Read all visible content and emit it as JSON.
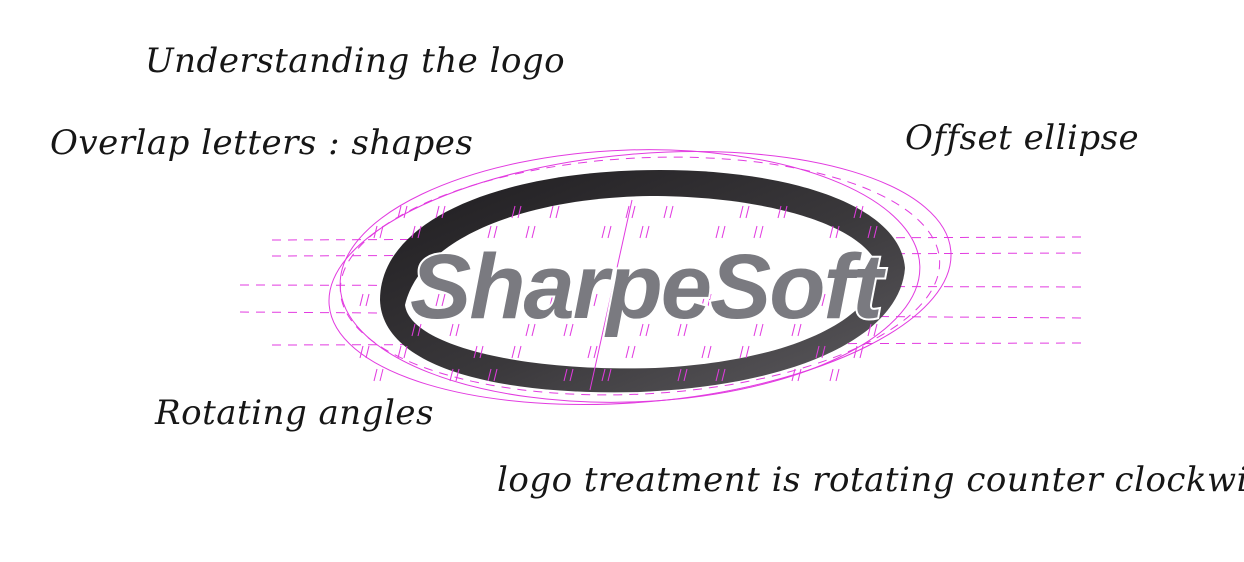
{
  "annotations": {
    "title": "Understanding the logo",
    "overlap": "Overlap letters : shapes",
    "offset": "Offset ellipse",
    "rotating": "Rotating angles",
    "treatment": "logo treatment is rotating counter clockwise"
  },
  "logo": {
    "wordmark": "SharpeSoft",
    "ellipse_color": "#3a383b",
    "text_color": "#7a7a80",
    "guide_color": "#e23be0"
  }
}
